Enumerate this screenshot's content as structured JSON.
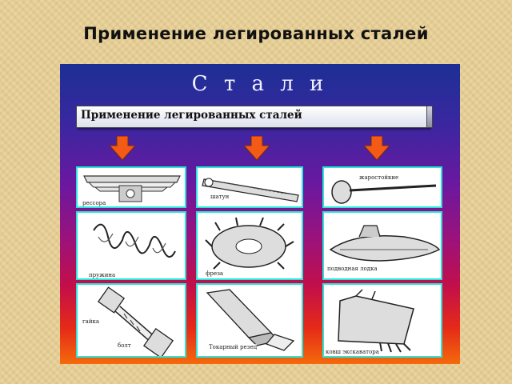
{
  "slide": {
    "title": "Применение легированных сталей"
  },
  "panel": {
    "heading": "С т а л и",
    "banner": "Применение легированных сталей",
    "arrow_color": "#f25a16",
    "frame_color": "#26e7d9"
  },
  "labels": {
    "c1": [
      "рессора"
    ],
    "c2": [
      "пружина"
    ],
    "c3": [
      "гайка",
      "болт"
    ],
    "c4": [
      "шатун"
    ],
    "c5": [
      "фреза"
    ],
    "c6": [
      "Токарный резец"
    ],
    "c7": [
      "жаростойкие"
    ],
    "c8": [
      "подводная лодка"
    ],
    "c9": [
      "ковш экскаватора"
    ]
  }
}
